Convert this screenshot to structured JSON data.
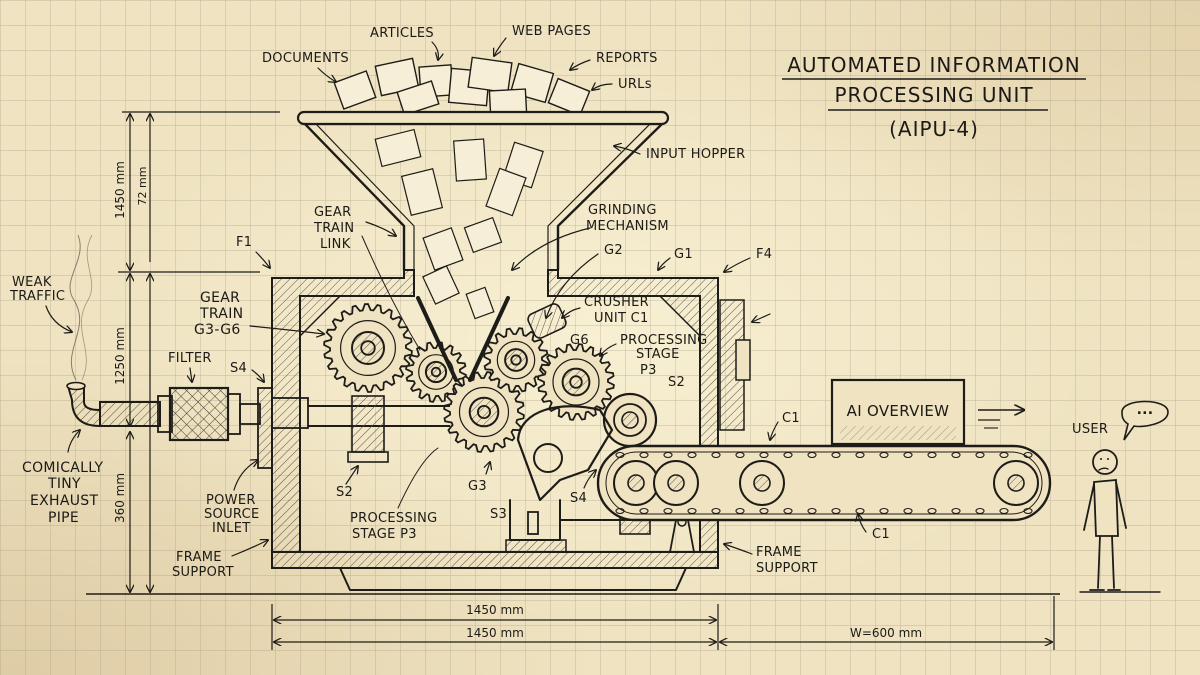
{
  "title": {
    "line1": "AUTOMATED INFORMATION",
    "line2": "PROCESSING UNIT",
    "line3": "(AIPU-4)"
  },
  "colors": {
    "paper": "#efe3c1",
    "grid": "#9c937c",
    "ink": "#1e1c18",
    "hatch": "#5a5346"
  },
  "inputs": {
    "documents": "DOCUMENTS",
    "articles": "ARTICLES",
    "web_pages": "WEB PAGES",
    "reports": "REPORTS",
    "urls": "URLs"
  },
  "labels": {
    "input_hopper": "INPUT HOPPER",
    "grinding_1": "GRINDING",
    "grinding_2": "MECHANISM",
    "gear_train_link_1": "GEAR",
    "gear_train_link_2": "TRAIN",
    "gear_train_link_3": "LINK",
    "g2": "G2",
    "g1": "G1",
    "f4": "F4",
    "f1": "F1",
    "crusher_1": "CRUSHER",
    "crusher_2": "UNIT C1",
    "g6": "G6",
    "proc_right_1": "PROCESSING",
    "proc_right_2": "STAGE",
    "proc_right_3": "P3",
    "s2_right": "S2",
    "gear_train_1": "GEAR",
    "gear_train_2": "TRAIN",
    "gear_train_3": "G3-G6",
    "filter": "FILTER",
    "s4_left": "S4",
    "weak_1": "WEAK",
    "weak_2": "TRAFFIC",
    "exhaust_1": "COMICALLY",
    "exhaust_2": "TINY",
    "exhaust_3": "EXHAUST",
    "exhaust_4": "PIPE",
    "power_1": "POWER",
    "power_2": "SOURCE",
    "power_3": "INLET",
    "frame_left_1": "FRAME",
    "frame_left_2": "SUPPORT",
    "s2_left": "S2",
    "g3": "G3",
    "proc_bottom_1": "PROCESSING",
    "proc_bottom_2": "STAGE P3",
    "s3": "S3",
    "s4_bottom": "S4",
    "frame_right_1": "FRAME",
    "frame_right_2": "SUPPORT",
    "c1_top": "C1",
    "c1_bottom": "C1",
    "ai_overview": "AI OVERVIEW",
    "user": "USER",
    "speech": "..."
  },
  "dimensions": {
    "v_1450": "1450 mm",
    "v_72": "72 mm",
    "v_1250": "1250 mm",
    "v_360": "360 mm",
    "h_1450_a": "1450 mm",
    "h_1450_b": "1450 mm",
    "h_w600": "W=600 mm"
  }
}
